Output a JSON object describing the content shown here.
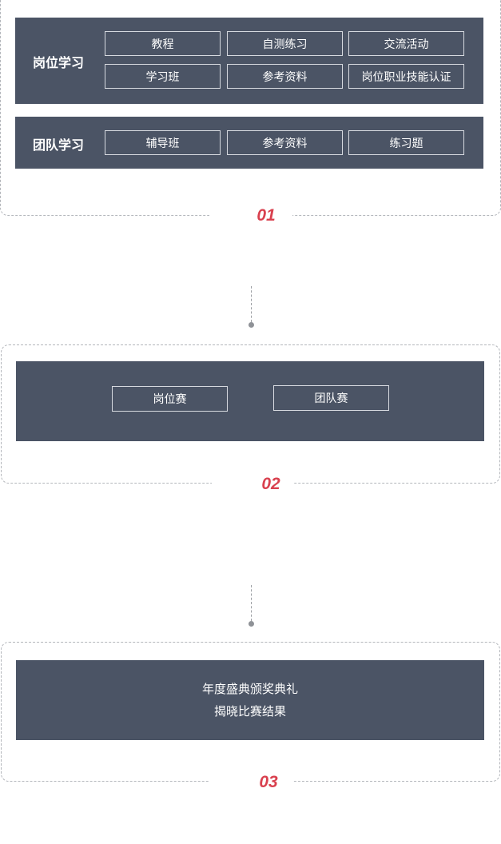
{
  "stage1": {
    "number": "01",
    "rows": [
      {
        "label": "岗位学习",
        "tags": [
          "教程",
          "自测练习",
          "交流活动",
          "学习班",
          "参考资料",
          "岗位职业技能认证"
        ]
      },
      {
        "label": "团队学习",
        "tags": [
          "辅导班",
          "参考资料",
          "练习题"
        ]
      }
    ]
  },
  "stage2": {
    "number": "02",
    "tags": [
      "岗位赛",
      "团队赛"
    ]
  },
  "stage3": {
    "number": "03",
    "lines": [
      "年度盛典颁奖典礼",
      "揭晓比赛结果"
    ]
  },
  "colors": {
    "panel": "#4b5465",
    "accent": "#d9414f",
    "dashed": "#b3b6bb"
  }
}
